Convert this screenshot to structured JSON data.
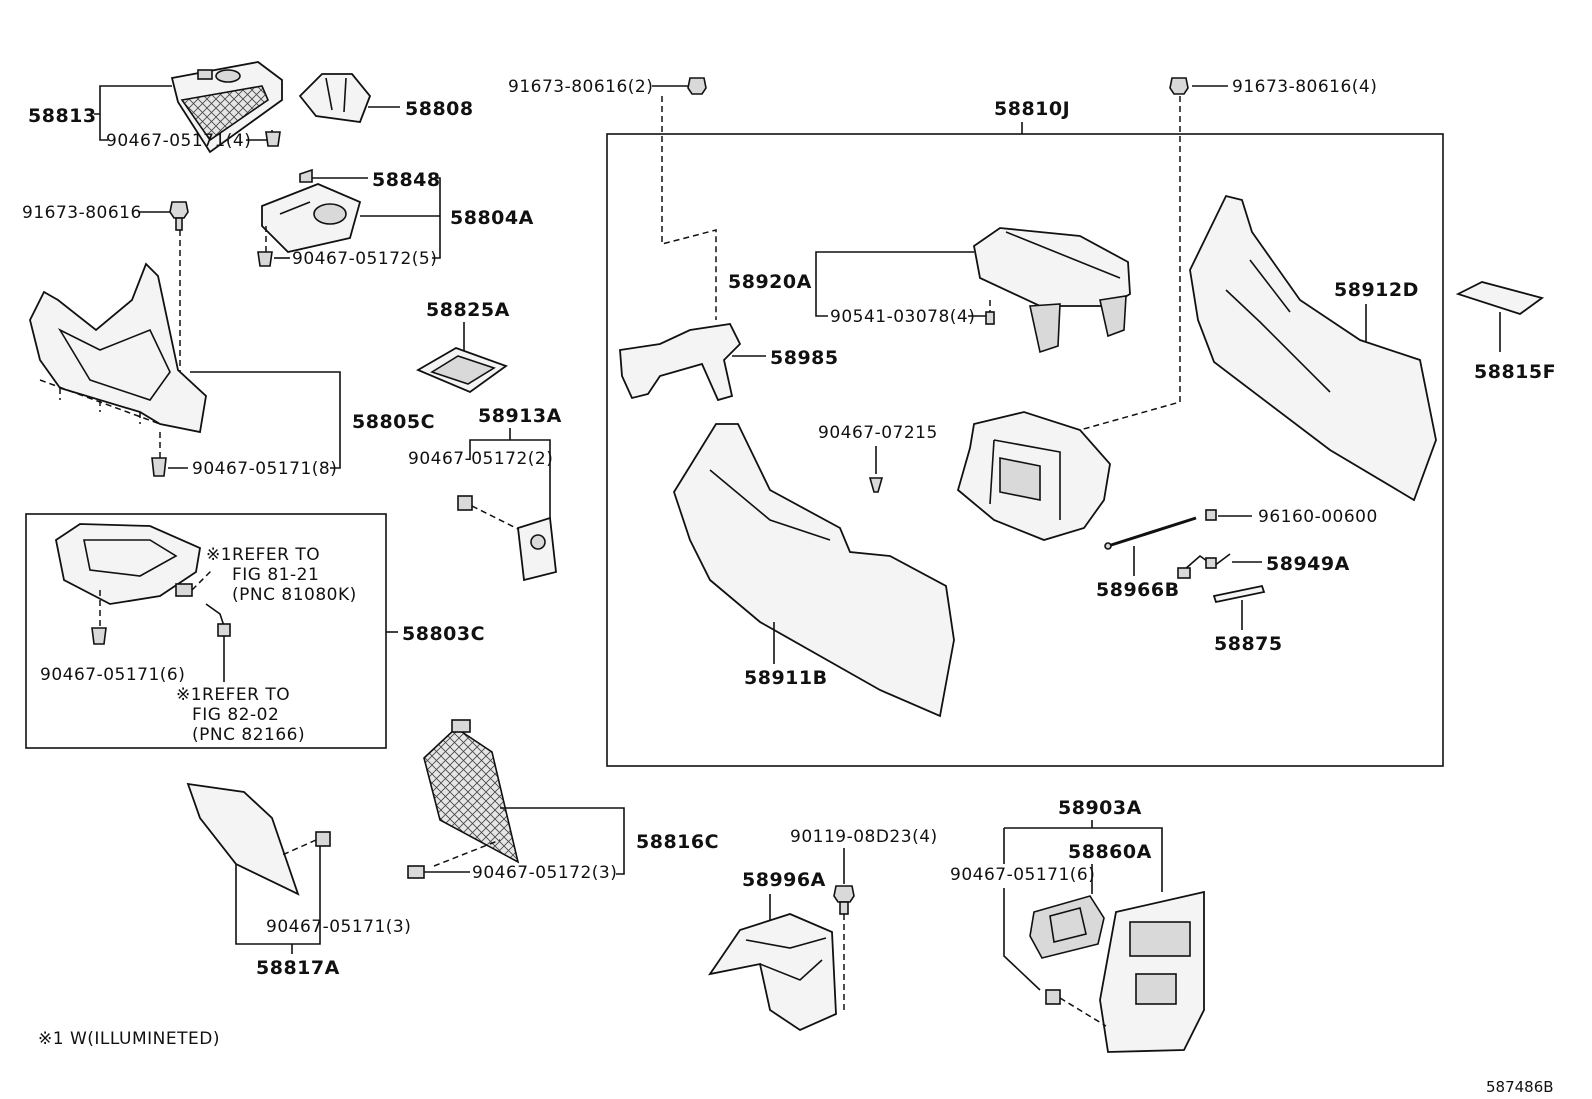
{
  "labels": {
    "p58813": "58813",
    "p58808": "58808",
    "c90467_05171_4": "90467-05171(4)",
    "p58848": "58848",
    "p58804A": "58804A",
    "c91673_80616": "91673-80616",
    "c90467_05172_5": "90467-05172(5)",
    "p58825A": "58825A",
    "p58805C": "58805C",
    "c90467_05171_8": "90467-05171(8)",
    "p58913A": "58913A",
    "c90467_05172_2": "90467-05172(2)",
    "ref1_line1": "※1REFER TO",
    "ref1_line2": "FIG 81-21",
    "ref1_line3": "(PNC 81080K)",
    "p58803C": "58803C",
    "c90467_05171_6a": "90467-05171(6)",
    "ref2_line1": "※1REFER TO",
    "ref2_line2": "FIG 82-02",
    "ref2_line3": "(PNC 82166)",
    "c91673_80616_2": "91673-80616(2)",
    "p58810J": "58810J",
    "c91673_80616_4": "91673-80616(4)",
    "p58920A": "58920A",
    "c90541_03078_4": "90541-03078(4)",
    "p58985": "58985",
    "p58912D": "58912D",
    "p58815F": "58815F",
    "c90467_07215": "90467-07215",
    "c96160_00600": "96160-00600",
    "p58949A": "58949A",
    "p58966B": "58966B",
    "p58875": "58875",
    "p58911B": "58911B",
    "p58816C": "58816C",
    "c90467_05172_3": "90467-05172(3)",
    "c90467_05171_3": "90467-05171(3)",
    "p58817A": "58817A",
    "c90119_08D23_4": "90119-08D23(4)",
    "p58996A": "58996A",
    "p58903A": "58903A",
    "p58860A": "58860A",
    "c90467_05171_6b": "90467-05171(6)",
    "footnote": "※1 W(ILLUMINETED)",
    "fig_code": "587486B"
  }
}
